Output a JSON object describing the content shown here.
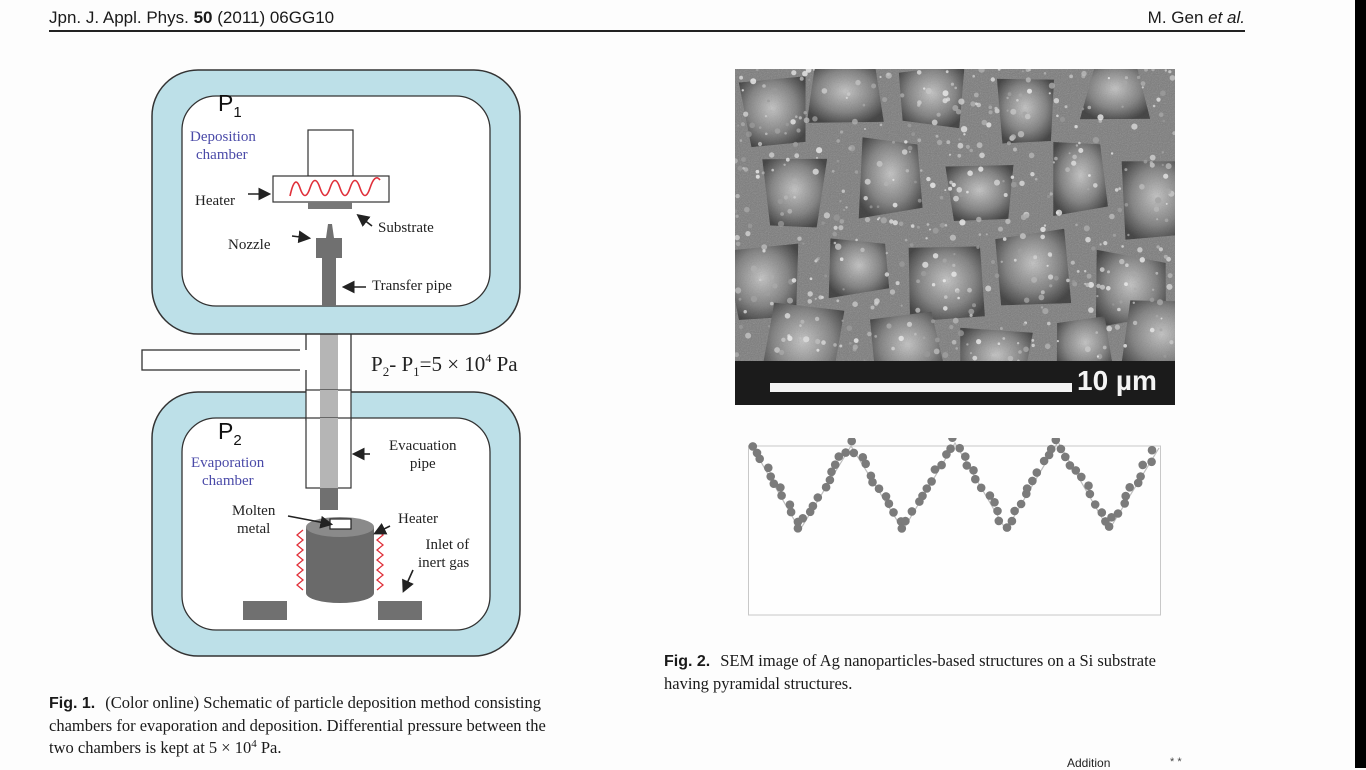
{
  "header": {
    "journal": "Jpn. J. Appl. Phys.",
    "volume": "50",
    "year_article": "(2011) 06GG10",
    "author": "M. Gen",
    "author_suffix": "et al."
  },
  "figure1": {
    "chamber_top": {
      "pressure_symbol": "P",
      "pressure_index": "1",
      "name_line1": "Deposition",
      "name_line2": "chamber"
    },
    "chamber_bottom": {
      "pressure_symbol": "P",
      "pressure_index": "2",
      "name_line1": "Evaporation",
      "name_line2": "chamber"
    },
    "labels": {
      "heater_top": "Heater",
      "substrate": "Substrate",
      "nozzle": "Nozzle",
      "transfer_pipe": "Transfer pipe",
      "evacuation_line1": "Evacuation",
      "evacuation_line2": "pipe",
      "molten_line1": "Molten",
      "molten_line2": "metal",
      "heater_bottom": "Heater",
      "inlet_line1": "Inlet of",
      "inlet_line2": "inert gas"
    },
    "equation": {
      "p2": "P",
      "p2_sub": "2",
      "minus": "- ",
      "p1": "P",
      "p1_sub": "1",
      "rhs": "=5 × 10",
      "exp": "4",
      "unit": " Pa"
    },
    "colors": {
      "wall": "#bde0e8",
      "outline": "#222222",
      "heater_coil": "#e0303a",
      "metal": "#707070",
      "chamber_label": "#4a4aa8"
    },
    "caption": {
      "label": "Fig. 1.",
      "line1": "(Color online) Schematic of particle deposition method consisting",
      "line2": "chambers for evaporation and deposition. Differential pressure between the",
      "line3_pre": "two chambers is kept at 5 × 10",
      "line3_exp": "4",
      "line3_post": " Pa."
    }
  },
  "figure2": {
    "scale_label": "10 µm",
    "caption": {
      "label": "Fig. 2.",
      "line1": "SEM image of Ag nanoparticles-based structures on a Si substrate",
      "line2": "having pyramidal structures."
    }
  },
  "footer_partial": {
    "text": "Addition",
    "mark": "* *"
  }
}
